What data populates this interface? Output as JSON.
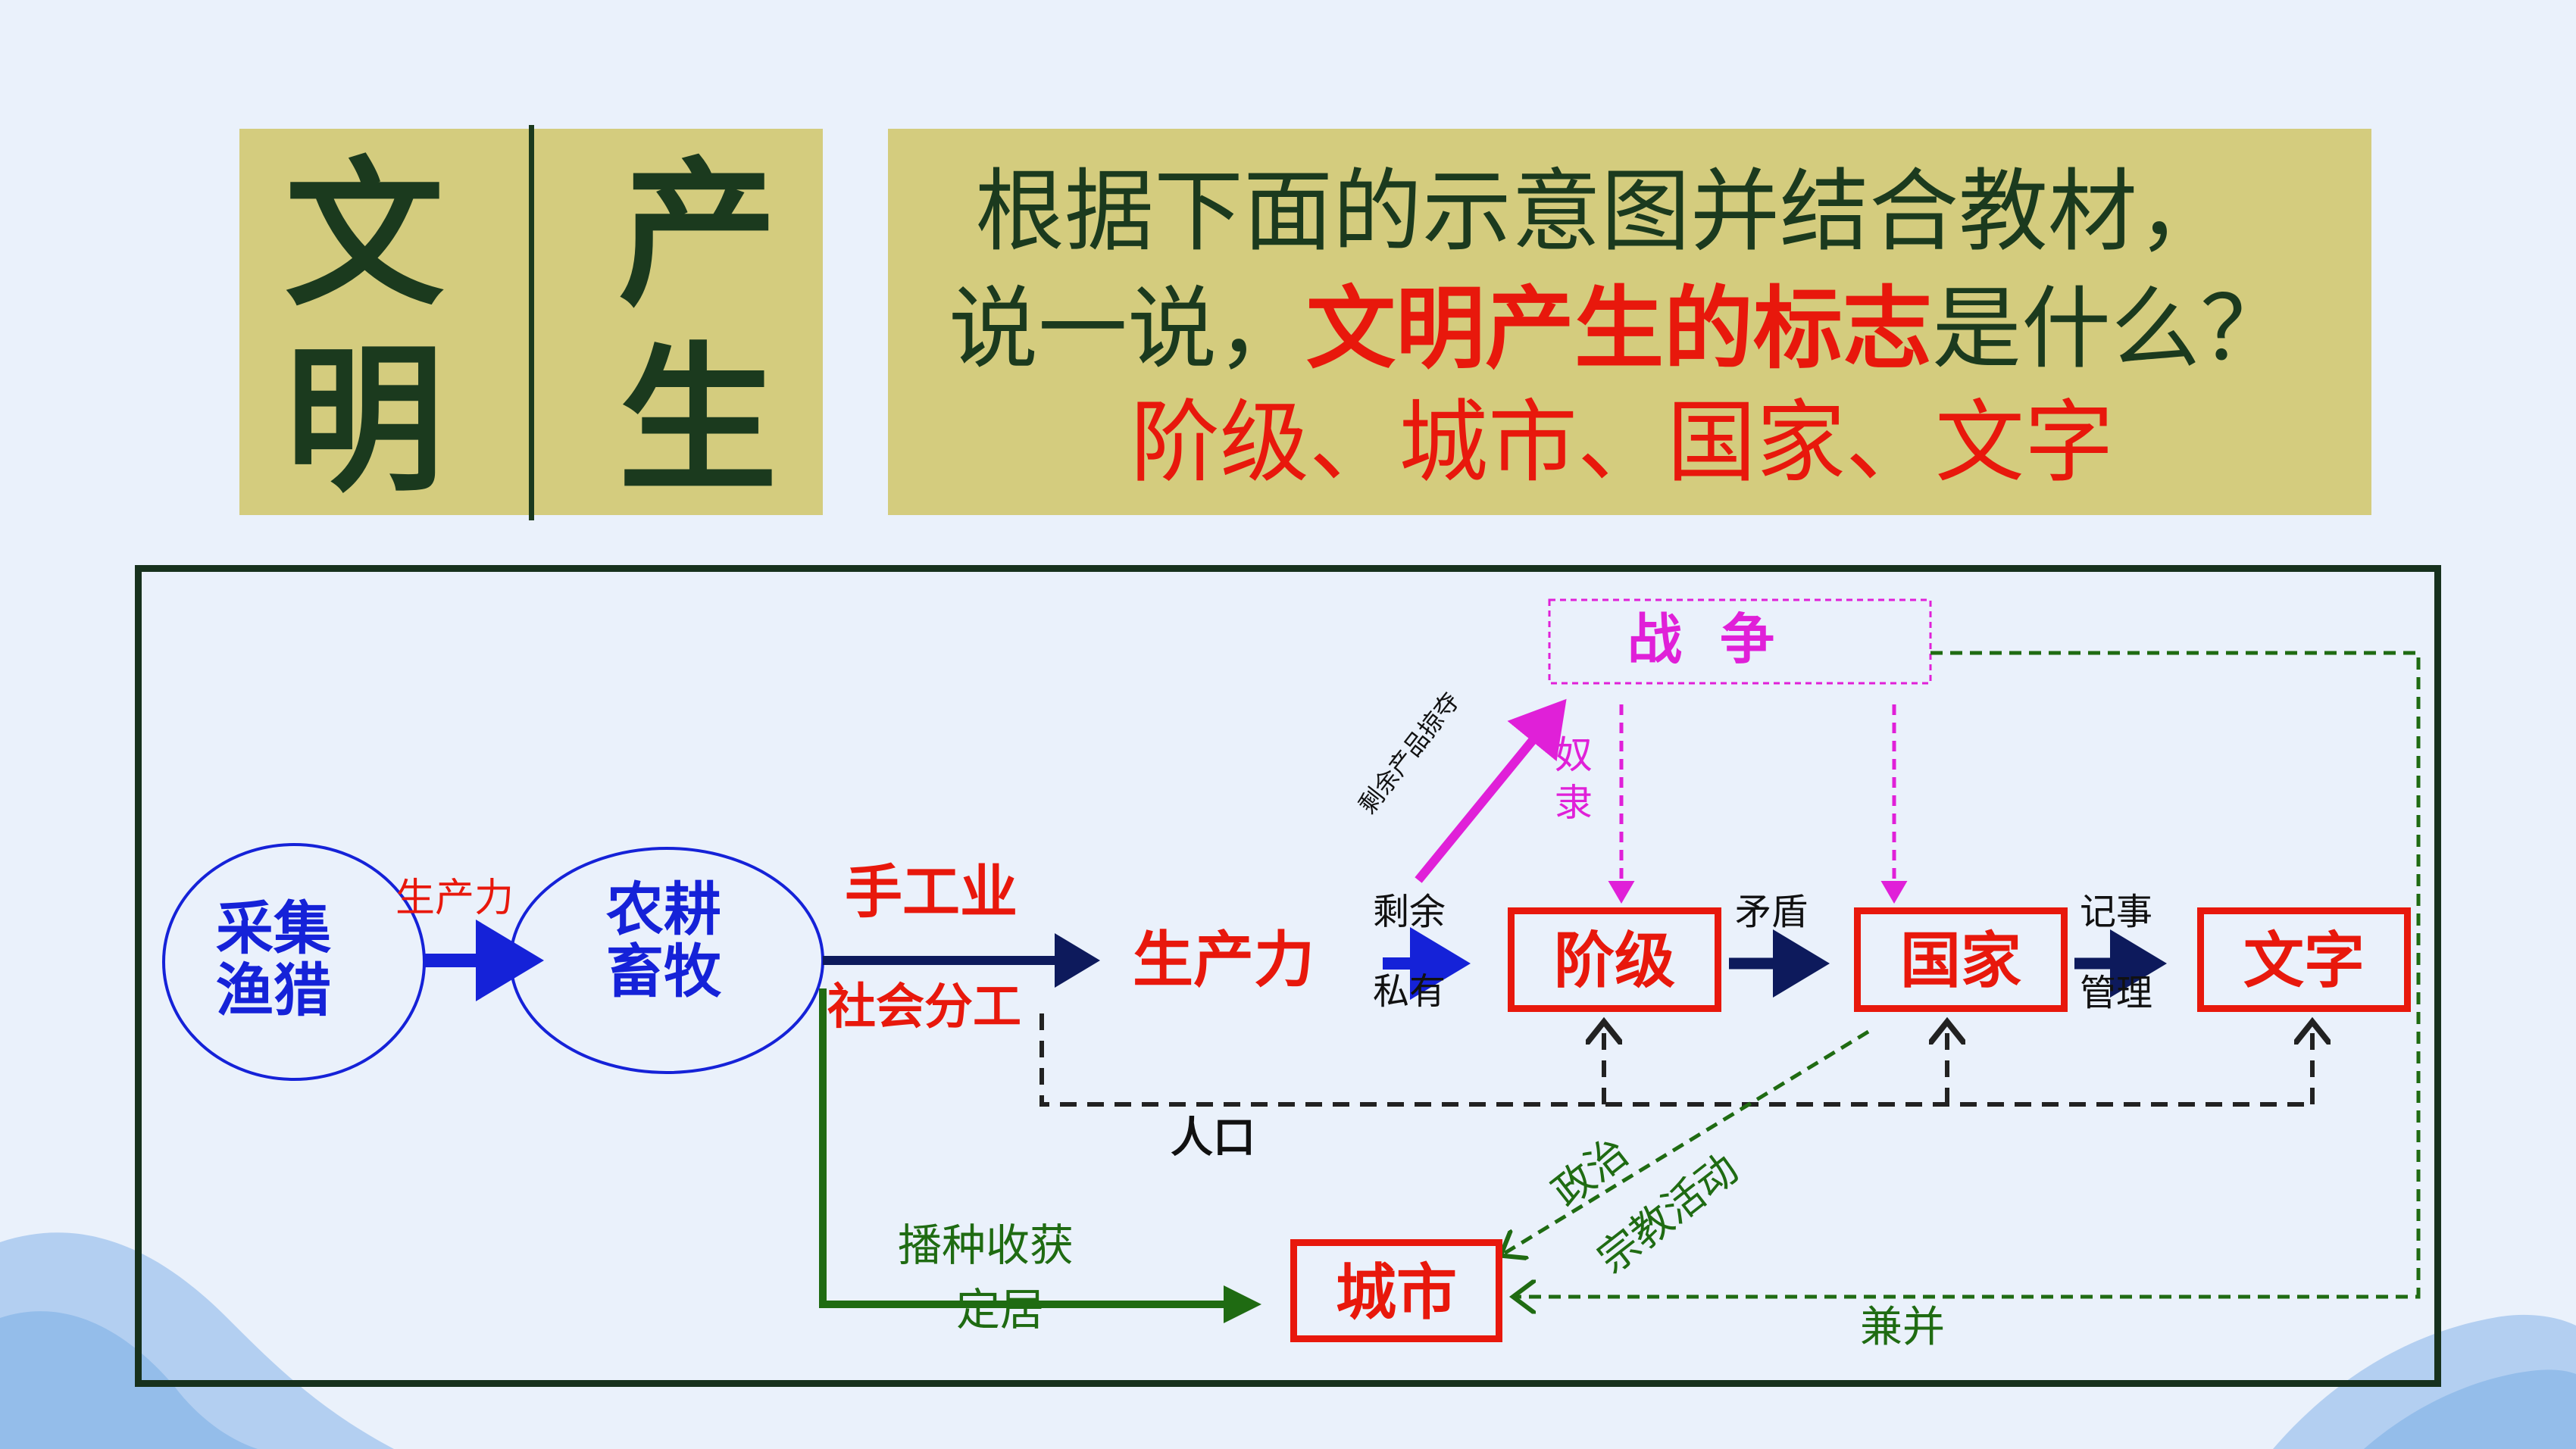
{
  "title": {
    "chars": [
      "文",
      "明",
      "产",
      "生"
    ]
  },
  "question": {
    "line1": "根据下面的示意图并结合教材，",
    "line2_prefix": "说一说，",
    "line2_highlight": "文明产生的标志",
    "line2_suffix": "是什么？",
    "answer": "阶级、城市、国家、文字"
  },
  "diagram": {
    "ellipse_hunting": [
      "采集",
      "渔猎"
    ],
    "ellipse_farming": [
      "农耕",
      "畜牧"
    ],
    "edge_productivity_small": "生产力",
    "handicraft": "手工业",
    "productivity_big": "生产力",
    "division_of_labor": "社会分工",
    "surplus": "剩余",
    "private": "私有",
    "class": "阶级",
    "contradiction": "矛盾",
    "state": "国家",
    "record": "记事",
    "manage": "管理",
    "writing": "文字",
    "war": "战  争",
    "slave_1": "奴",
    "slave_2": "隶",
    "plunder": "剩余产品掠夺",
    "population": "人口",
    "politics": "政治",
    "religion": "宗教活动",
    "farming_1": "播种收获",
    "farming_2": "定居",
    "city": "城市",
    "annex": "兼并"
  },
  "colors": {
    "olive_box": "#d4cc7e",
    "dark_green": "#1b3a1e",
    "red": "#e8180c",
    "blue": "#1522d8",
    "navy_arrow": "#0d1a5c",
    "green": "#1f6b12",
    "magenta": "#e020d8"
  }
}
